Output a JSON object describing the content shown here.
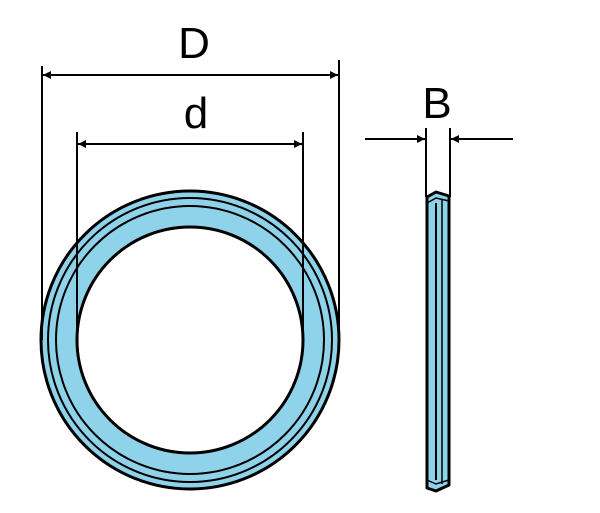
{
  "labels": {
    "outer_diameter": "D",
    "inner_diameter": "d",
    "width": "B"
  },
  "colors": {
    "ring_fill": "#8fd3ea",
    "outline": "#000000",
    "background": "#ffffff"
  }
}
